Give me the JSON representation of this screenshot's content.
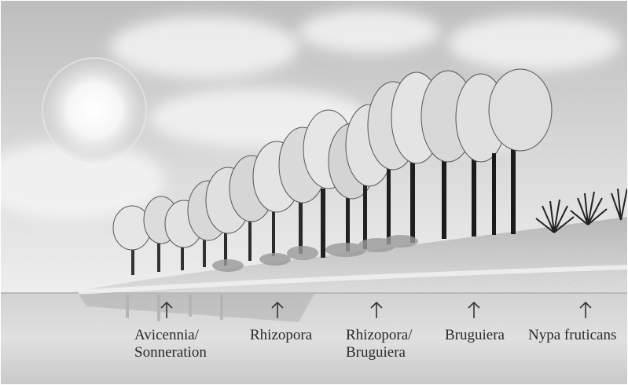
{
  "zones": [
    {
      "id": "avicennia",
      "lines": [
        "Avicennia/",
        "Sonneration"
      ]
    },
    {
      "id": "rhizopora",
      "lines": [
        "Rhizopora"
      ]
    },
    {
      "id": "rhizopora-bruguiera",
      "lines": [
        "Rhizopora/",
        "Bruguiera"
      ]
    },
    {
      "id": "bruguiera",
      "lines": [
        "Bruguiera"
      ]
    },
    {
      "id": "nypa",
      "lines": [
        "Nypa fruticans"
      ]
    }
  ]
}
